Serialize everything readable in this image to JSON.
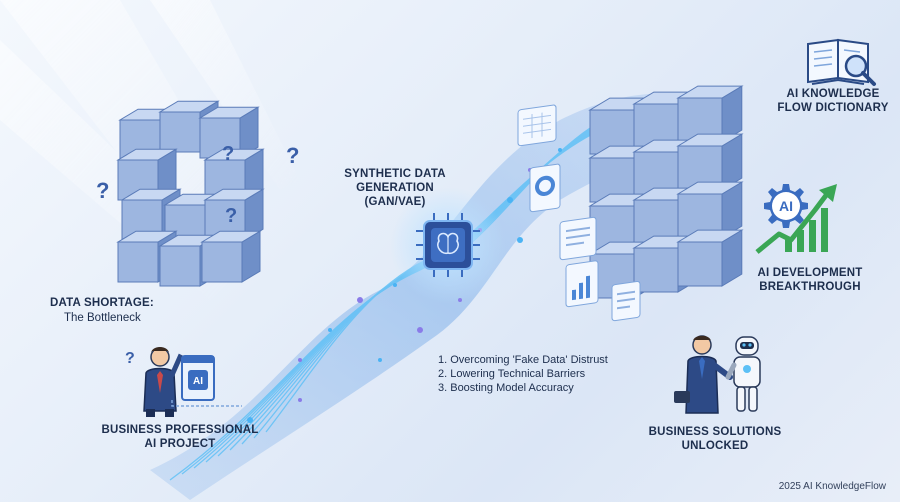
{
  "labels": {
    "data_shortage_title": "DATA SHORTAGE:",
    "data_shortage_sub": "The Bottleneck",
    "synthetic_line1": "SYNTHETIC DATA",
    "synthetic_line2": "GENERATION (GAN/VAE)",
    "dictionary_line1": "AI KNOWLEDGE",
    "dictionary_line2": "FLOW DICTIONARY",
    "breakthrough_line1": "AI DEVELOPMENT",
    "breakthrough_line2": "BREAKTHROUGH",
    "business_line1": "BUSINESS PROFESSIONAL",
    "business_line2": "AI PROJECT",
    "solutions_line1": "BUSINESS SOLUTIONS",
    "solutions_line2": "UNLOCKED"
  },
  "benefits": [
    "1. Overcoming 'Fake Data' Distrust",
    "2. Lowering Technical Barriers",
    "3. Boosting Model Accuracy"
  ],
  "icon_text": {
    "question_mark": "?",
    "ai_chip": "AI"
  },
  "footer": "2025 AI KnowledgeFlow",
  "colors": {
    "text": "#1d2e4d",
    "cube_face": "#9db6e0",
    "cube_top": "#c8d8f2",
    "cube_side": "#6f8fc8",
    "stream": "#4ab3f4",
    "growth_arrow": "#3aa655",
    "accent_blue": "#3a6cc0"
  }
}
